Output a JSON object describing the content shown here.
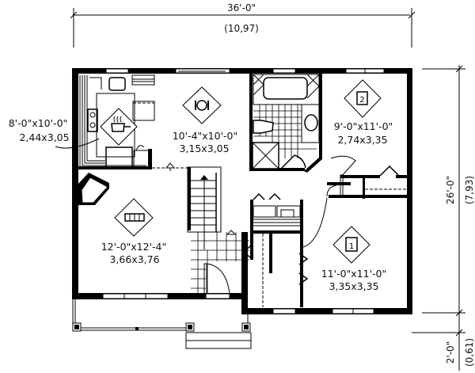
{
  "plan": {
    "dimensions": {
      "width_imperial": "36'-0\"",
      "width_metric": "(10,97)",
      "depth_imperial": "26'-0\"",
      "depth_metric": "(7,93)",
      "porch_imperial": "2'-0\"",
      "porch_metric": "(0,61)"
    },
    "rooms": [
      {
        "id": "kitchen",
        "icon": "cooking-pot-icon",
        "size_imperial": "8'-0\"x10'-0\"",
        "size_metric": "2,44x3,05"
      },
      {
        "id": "dining",
        "icon": "dining-plate-icon",
        "size_imperial": "10'-4\"x10'-0\"",
        "size_metric": "3,15x3,05"
      },
      {
        "id": "bedroom-2",
        "icon": "bed-2-icon",
        "badge": "2",
        "size_imperial": "9'-0\"x11'-0\"",
        "size_metric": "2,74x3,35"
      },
      {
        "id": "living",
        "icon": "sofa-icon",
        "size_imperial": "12'-0\"x12'-4\"",
        "size_metric": "3,66x3,76"
      },
      {
        "id": "bedroom-1",
        "icon": "bed-1-icon",
        "badge": "1",
        "size_imperial": "11'-0\"x11'-0\"",
        "size_metric": "3,35x3,35"
      },
      {
        "id": "bathroom",
        "icon": "bathtub-icon"
      }
    ]
  }
}
